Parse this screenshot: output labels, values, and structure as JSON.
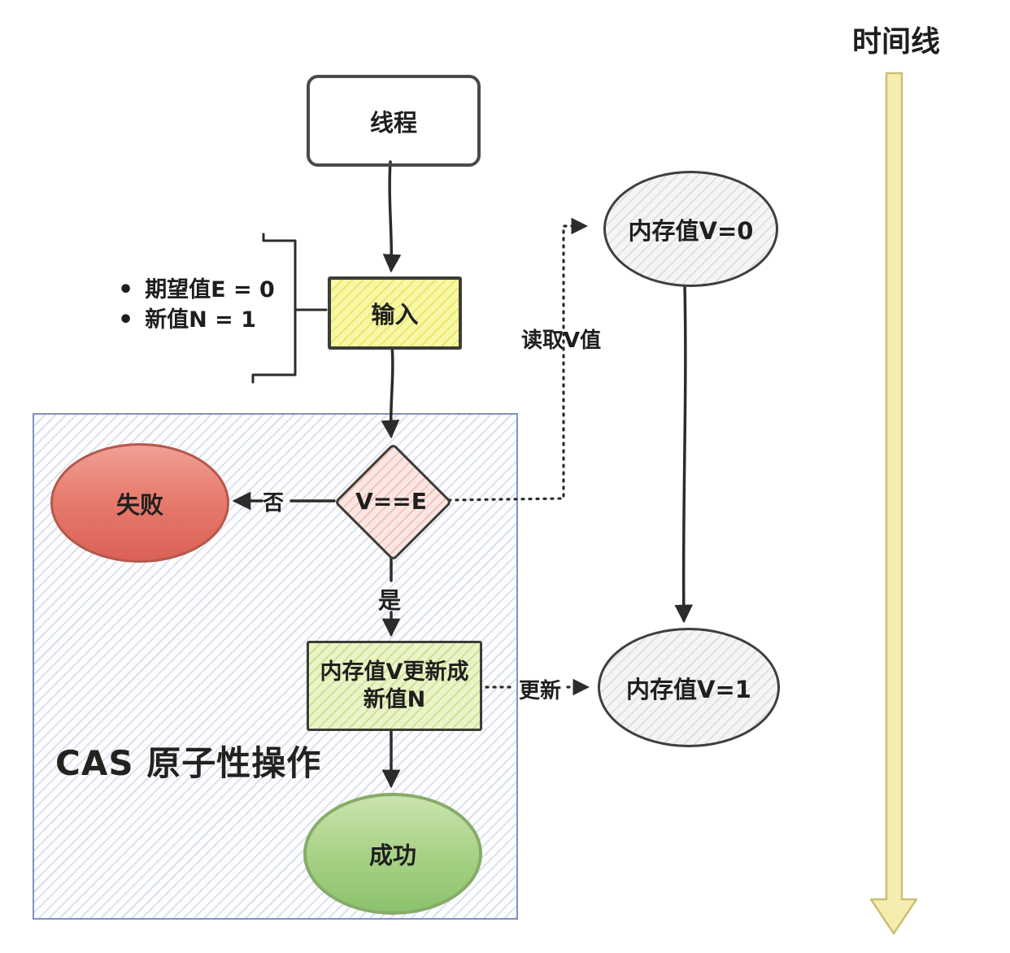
{
  "nodes": {
    "thread": "线程",
    "input": "输入",
    "decision": "V==E",
    "fail": "失败",
    "update": "内存值V更新成\n新值N",
    "success": "成功",
    "memory_v0": "内存值V=0",
    "memory_v1": "内存值V=1"
  },
  "edge_labels": {
    "no": "否",
    "yes": "是",
    "read_v": "读取V值",
    "update": "更新"
  },
  "annotations": {
    "bullet_1": "期望值E = 0",
    "bullet_2": "新值N = 1",
    "cas_region_label": "CAS 原子性操作",
    "timeline_label": "时间线"
  },
  "colors": {
    "thread_fill": "#FBDCB4",
    "thread_hatch": "#F2B47E",
    "input_fill": "#F8F7A6",
    "input_hatch": "#E9E86D",
    "decision_fill": "#FAE6E2",
    "decision_hatch": "#F1C3BB",
    "update_fill": "#EBF3C8",
    "update_hatch": "#CDE294",
    "memory_fill": "#F5F5F4",
    "memory_hatch": "#E0E0E0",
    "fail_gradient_top": "#F0A095",
    "fail_gradient_bottom": "#DA6155",
    "fail_border": "#B5574C",
    "success_gradient_top": "#CBE3AE",
    "success_gradient_bottom": "#8CC26D",
    "success_border": "#86AC68",
    "cas_region_hatch": "#D8DEED",
    "cas_region_border": "#8193C2",
    "timeline_fill": "#F5ECB0",
    "timeline_border": "#CDBF72",
    "line_color": "#2C2C2A"
  }
}
